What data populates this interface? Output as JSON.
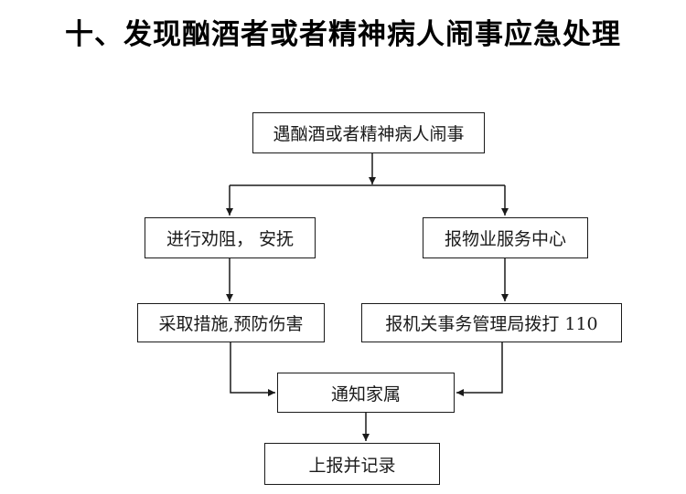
{
  "page": {
    "background_color": "#ffffff",
    "line_color": "#1a1a1a"
  },
  "title": "十、发现酗酒者或者精神病人闹事应急处理",
  "diagram": {
    "type": "flowchart",
    "nodes": {
      "start": {
        "label": "遇酗酒或者精神病人闹事"
      },
      "persuade": {
        "label": "进行劝阻， 安抚"
      },
      "report_property": {
        "label": "报物业服务中心"
      },
      "take_measures": {
        "label": "采取措施,预防伤害"
      },
      "report_bureau": {
        "label": "报机关事务管理局拨打 110"
      },
      "notify_family": {
        "label": "通知家属"
      },
      "report_record": {
        "label": "上报并记录"
      }
    },
    "edges": [
      {
        "from": "start",
        "to": "persuade"
      },
      {
        "from": "start",
        "to": "report_property"
      },
      {
        "from": "persuade",
        "to": "take_measures"
      },
      {
        "from": "report_property",
        "to": "report_bureau"
      },
      {
        "from": "take_measures",
        "to": "notify_family"
      },
      {
        "from": "report_bureau",
        "to": "notify_family"
      },
      {
        "from": "notify_family",
        "to": "report_record"
      }
    ]
  }
}
